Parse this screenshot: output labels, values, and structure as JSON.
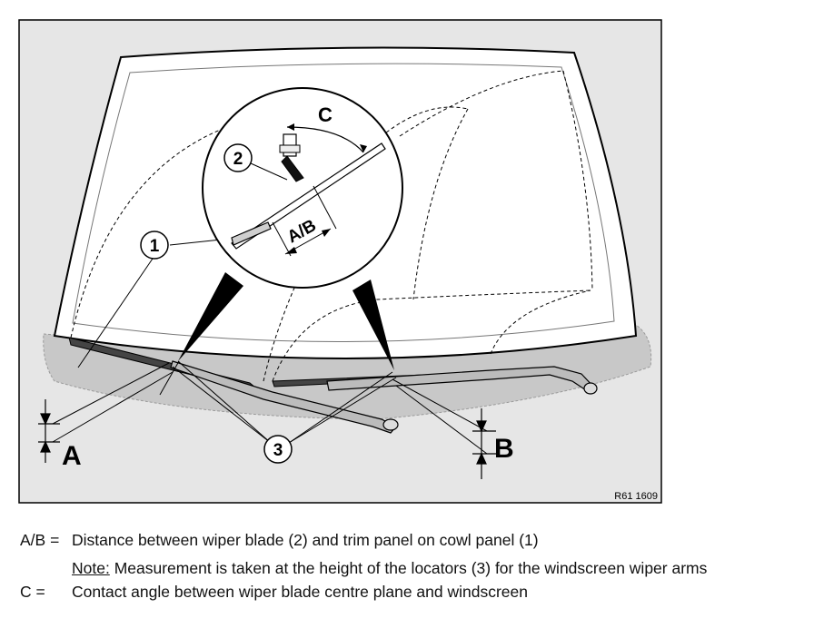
{
  "figure": {
    "ref_code": "R61 1609",
    "labels": {
      "part1": "1",
      "part2": "2",
      "part3": "3",
      "dim_ab": "A/B",
      "angle_c": "C",
      "dim_a": "A",
      "dim_b": "B"
    }
  },
  "legend": {
    "row1": {
      "key": "A/B =",
      "text": "Distance between wiper blade (2) and trim panel on cowl panel (1)"
    },
    "row2": {
      "note_label": "Note:",
      "text": " Measurement is taken at the height of the locators (3) for the windscreen wiper arms"
    },
    "row3": {
      "key": "C =",
      "text": "Contact angle between wiper blade centre plane and windscreen"
    }
  }
}
